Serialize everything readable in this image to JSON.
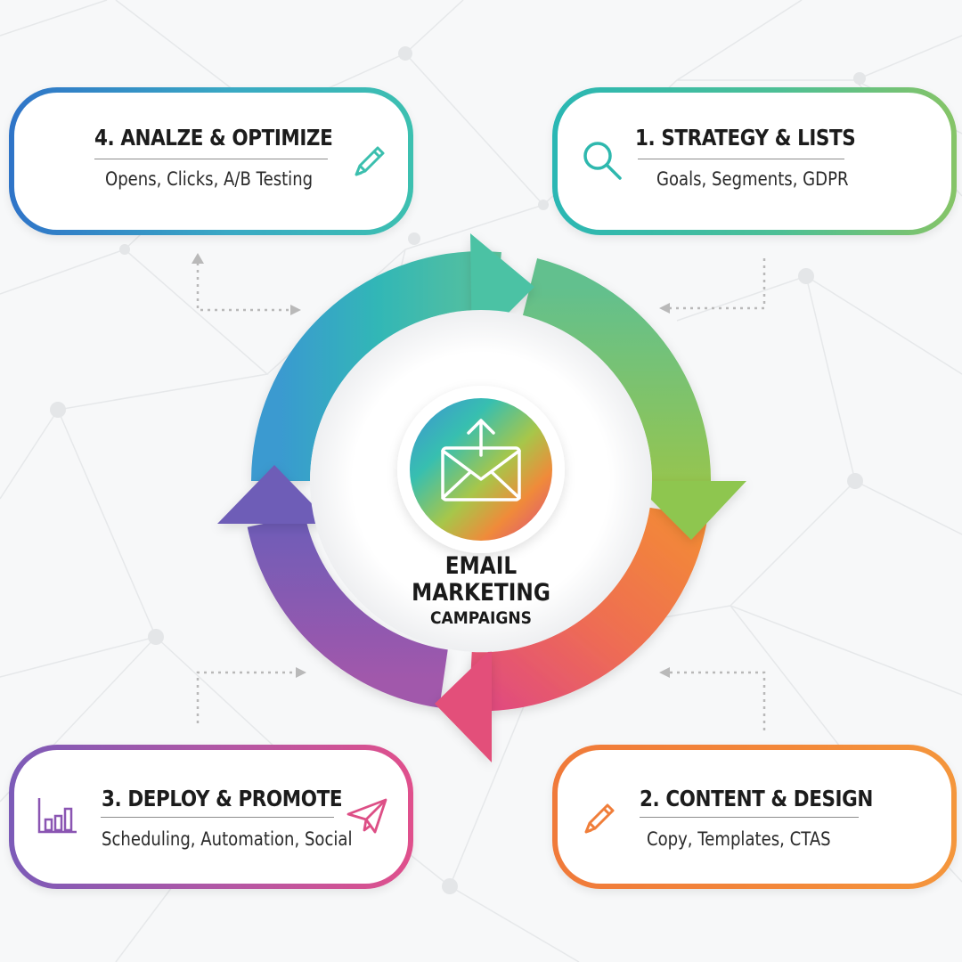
{
  "center": {
    "line1": "EMAIL",
    "line2": "MARKETING",
    "line3": "CAMPAIGNS",
    "icon": "email-send-icon"
  },
  "steps": [
    {
      "title": "4. ANALZE & OPTIMIZE",
      "subtitle": "Opens, Clicks, A/B Testing",
      "icon": "pencil-icon",
      "color_start": "#2f74c8",
      "color_end": "#38c1b3"
    },
    {
      "title": "1. STRATEGY & LISTS",
      "subtitle": "Goals, Segments, GDPR",
      "icon": "magnifier-icon",
      "color_start": "#2ab7b4",
      "color_end": "#86c467"
    },
    {
      "title": "3. DEPLOY & PROMOTE",
      "subtitle": "Scheduling, Automation, Social",
      "icon": "paper-plane-icon",
      "color_start": "#7c5bb8",
      "color_end": "#e0508c"
    },
    {
      "title": "2. CONTENT & DESIGN",
      "subtitle": "Copy, Templates, CTAS",
      "icon": "pencil-icon",
      "color_start": "#f07a3a",
      "color_end": "#f4963c"
    }
  ],
  "cycle_colors": {
    "teal": "#3bbdb0",
    "green": "#8cc557",
    "orange": "#f07e3e",
    "pink": "#e14c7d",
    "purple": "#7a5db5",
    "blue": "#3a9ad0"
  }
}
